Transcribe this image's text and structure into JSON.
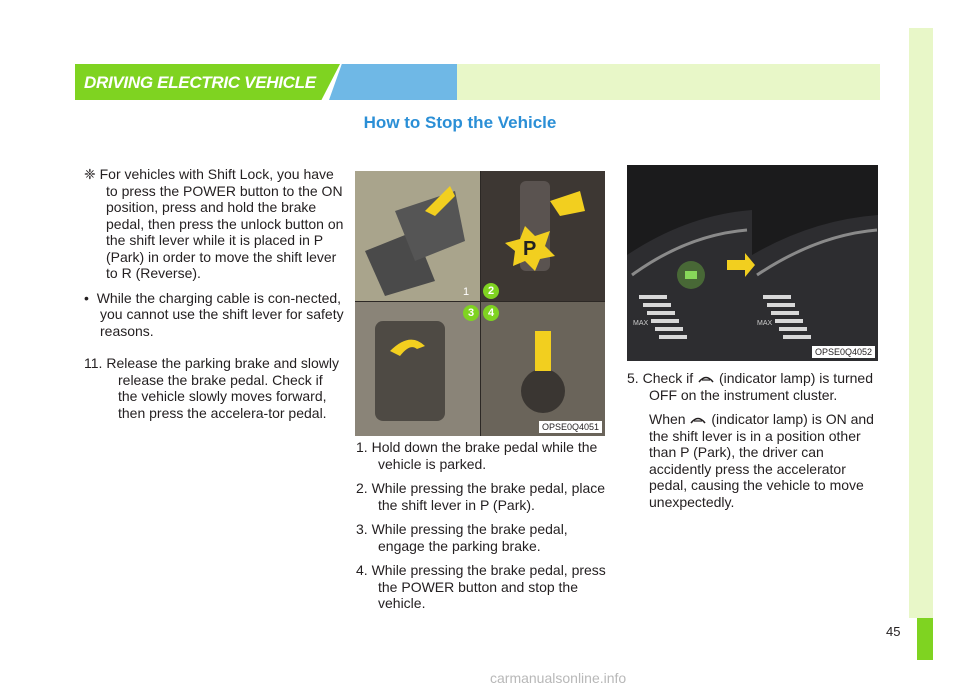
{
  "header": {
    "title": "DRIVING ELECTRIC VEHICLE"
  },
  "section_title": "How to Stop the Vehicle",
  "left_col": {
    "note_symbol": "❈",
    "note": "For vehicles with Shift Lock, you have to press the POWER button to the ON position, press and hold the brake pedal, then press the unlock button on the shift lever while it is placed in P (Park) in order to move the shift lever to R (Reverse).",
    "bullet": "While the charging cable is con-nected, you cannot use the shift lever for safety reasons.",
    "step11_num": "11.",
    "step11": "Release the parking brake and slowly release the brake pedal. Check if the vehicle slowly moves forward, then press the accelera-tor pedal."
  },
  "mid_col": {
    "figure_code": "OPSE0Q4051",
    "labels": [
      "1",
      "2",
      "3",
      "4"
    ],
    "p_badge": "P",
    "steps": [
      {
        "num": "1.",
        "text": "Hold down the brake pedal while the vehicle is parked."
      },
      {
        "num": "2.",
        "text": "While pressing the brake pedal, place the shift lever in P (Park)."
      },
      {
        "num": "3.",
        "text": "While pressing the brake pedal, engage the parking brake."
      },
      {
        "num": "4.",
        "text": "While pressing the brake pedal, press the POWER button and stop the vehicle."
      }
    ]
  },
  "right_col": {
    "figure_code": "OPSE0Q4052",
    "gauge_max": "MAX",
    "step5_num": "5.",
    "step5_a": "Check if",
    "step5_b": "(indicator lamp) is turned OFF on the instrument cluster.",
    "when_a": "When",
    "when_b": "(indicator lamp) is ON and the shift lever is in a position other than P (Park), the driver can accidently press the accelerator pedal, causing the vehicle to move unexpectedly."
  },
  "page_number": "45",
  "watermark": "carmanualsonline.info",
  "colors": {
    "green": "#7fd321",
    "blue": "#6fb8e6",
    "title_blue": "#2b8fd6",
    "light_green": "#e8f7c8"
  }
}
